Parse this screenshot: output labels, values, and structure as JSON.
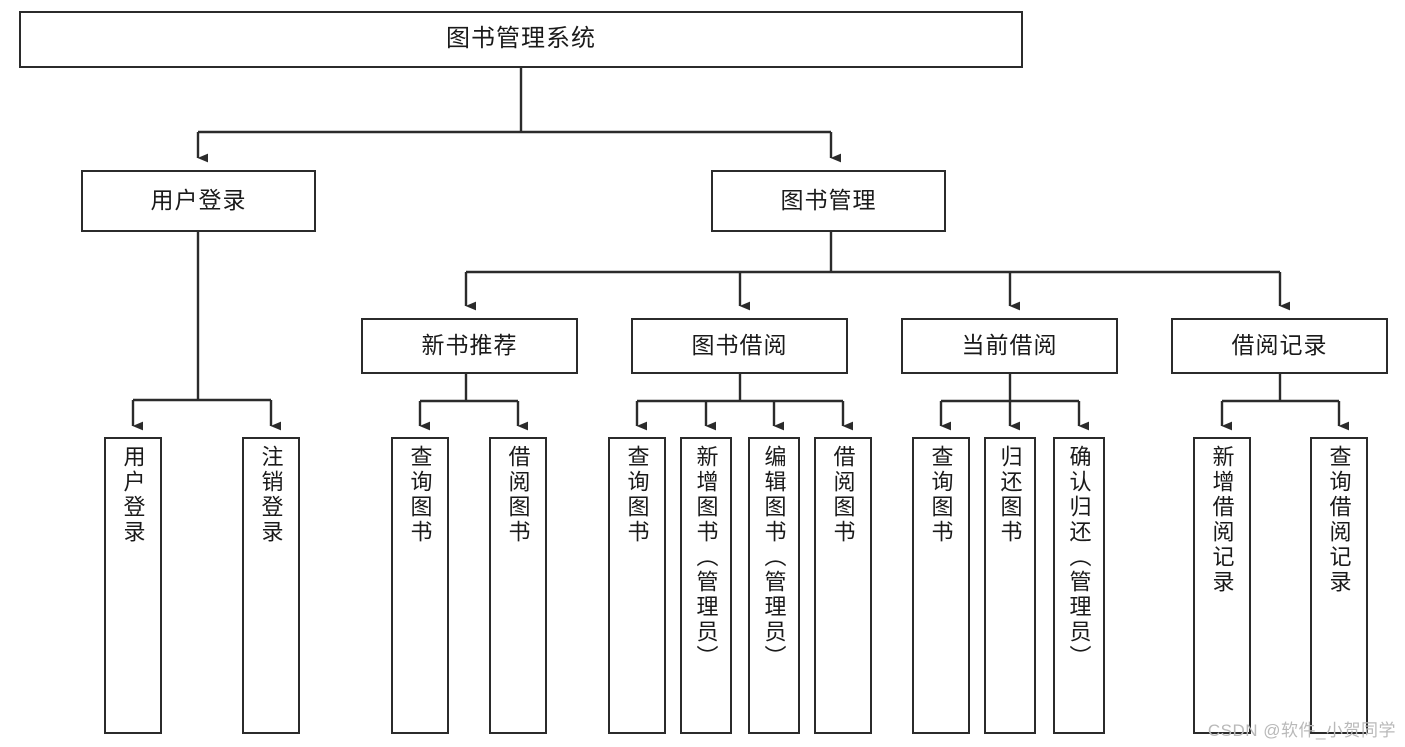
{
  "diagram": {
    "title": "图书管理系统",
    "watermark": "CSDN @软件_小贺同学",
    "colors": {
      "background": "#ffffff",
      "stroke": "#2b2b2b",
      "text": "#1a1a1a",
      "watermark": "#b9b9b9"
    },
    "root": {
      "label": "图书管理系统"
    },
    "level2": [
      {
        "label": "用户登录"
      },
      {
        "label": "图书管理"
      }
    ],
    "level3": [
      {
        "label": "新书推荐"
      },
      {
        "label": "图书借阅"
      },
      {
        "label": "当前借阅"
      },
      {
        "label": "借阅记录"
      }
    ],
    "leaves": {
      "user_login": [
        {
          "label": "用户登录"
        },
        {
          "label": "注销登录"
        }
      ],
      "new_book_recommend": [
        {
          "label": "查询图书"
        },
        {
          "label": "借阅图书"
        }
      ],
      "book_borrow": [
        {
          "label": "查询图书"
        },
        {
          "label": "新增图书（管理员）"
        },
        {
          "label": "编辑图书（管理员）"
        },
        {
          "label": "借阅图书"
        }
      ],
      "current_borrow": [
        {
          "label": "查询图书"
        },
        {
          "label": "归还图书"
        },
        {
          "label": "确认归还（管理员）"
        }
      ],
      "borrow_record": [
        {
          "label": "新增借阅记录"
        },
        {
          "label": "查询借阅记录"
        }
      ]
    }
  }
}
